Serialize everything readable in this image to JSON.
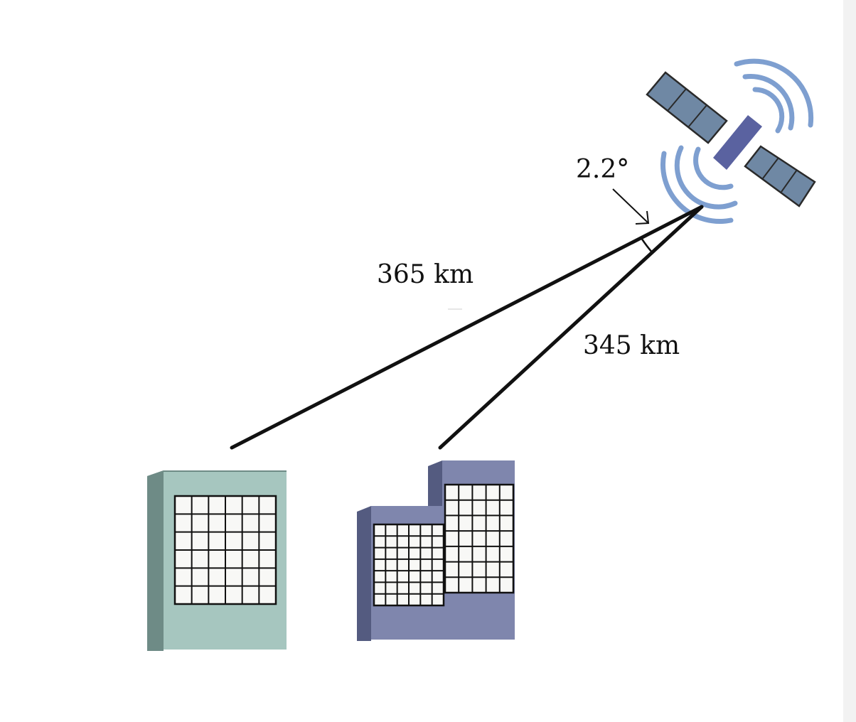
{
  "labels": {
    "angle": "2.2°",
    "distance_far": "365 km",
    "distance_near": "345 km"
  },
  "colors": {
    "satellite_panel": "#6f88a4",
    "satellite_body": "#5a62a0",
    "signal_waves": "#7e9fd0",
    "building_left_front": "#a6c6bf",
    "building_left_side": "#6e8b86",
    "building_right_front": "#7f86ad",
    "building_right_side": "#545b80",
    "window_fill": "#f8f8f6",
    "line": "#111111"
  }
}
